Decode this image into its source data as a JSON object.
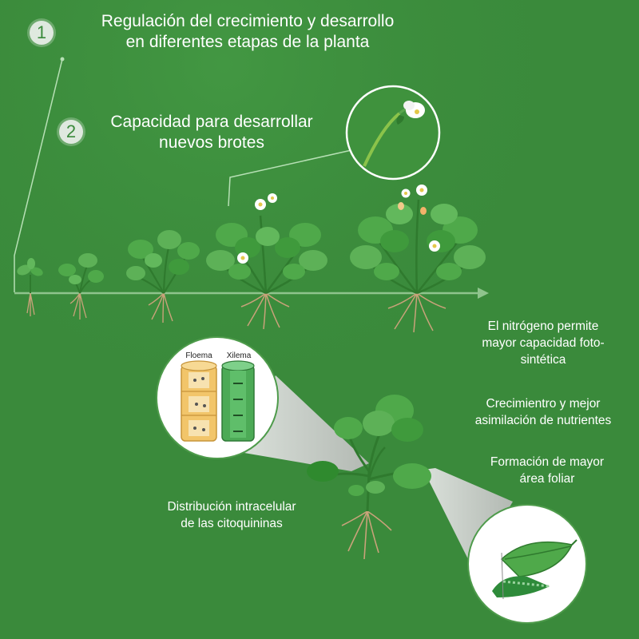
{
  "steps": [
    {
      "number": "1",
      "line1": "Regulación del crecimiento y desarrollo",
      "line2": "en diferentes etapas de la planta"
    },
    {
      "number": "2",
      "line1": "Capacidad para desarrollar",
      "line2": "nuevos brotes"
    }
  ],
  "vessels": {
    "left_label": "Floema",
    "right_label": "Xilema"
  },
  "benefits": [
    {
      "line1": "El nitrógeno permite",
      "line2": "mayor capacidad foto-",
      "line3": "sintética"
    },
    {
      "line1": "Crecimientro y mejor",
      "line2": "asimilación de nutrientes"
    },
    {
      "line1": "Formación de mayor",
      "line2": "área foliar"
    }
  ],
  "distribution": {
    "line1": "Distribución intracelular",
    "line2": "de las citoquininas"
  },
  "colors": {
    "background": "#3a8a3b",
    "leaf": "#4fa94a",
    "leaf_dark": "#2f7a2e",
    "root": "#c9a27a",
    "badge": "#dfe9df"
  }
}
